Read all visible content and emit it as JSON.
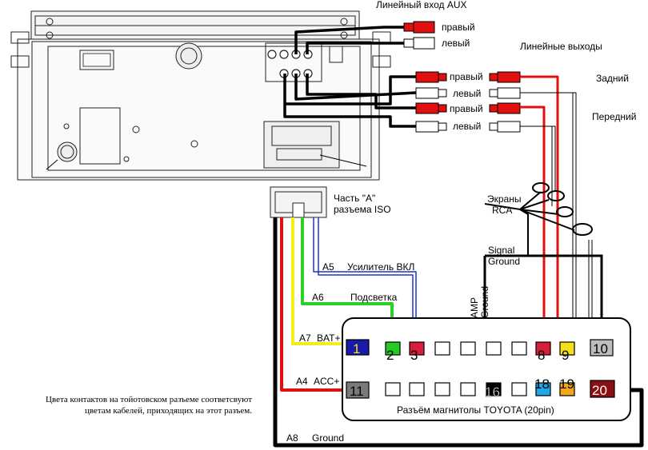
{
  "labels": {
    "aux_in": "Линейный вход AUX",
    "aux_right": "правый",
    "aux_left": "левый",
    "line_outputs": "Линейные выходы",
    "rear": "Задний",
    "front": "Передний",
    "rear_right": "правый",
    "rear_left": "левый",
    "front_right": "правый",
    "front_left": "левый",
    "iso_part_line1": "Часть \"А\"",
    "iso_part_line2": "разъема ISO",
    "screens_line1": "Экраны",
    "screens_line2": "RCA",
    "signal_ground_line1": "Signal",
    "signal_ground_line2": "Ground",
    "amp_ground_line1": "AMP",
    "amp_ground_line2": "Ground",
    "a5": "A5",
    "a5_desc": "Усилитель ВКЛ",
    "a6": "A6",
    "a6_desc": "Подсветка",
    "a7": "A7",
    "a7_desc": "BAT+",
    "a4": "A4",
    "a4_desc": "ACC+",
    "a8": "A8",
    "a8_desc": "Ground",
    "connector_title": "Разъём магнитолы TOYOTA (20pin)"
  },
  "note": {
    "line1": "Цвета контактов на тойотовском разъеме соответсвуют",
    "line2": "цветам кабелей, приходящих на этот разъем."
  },
  "pins": {
    "p1": "1",
    "p2": "2",
    "p3": "3",
    "p8": "8",
    "p9": "9",
    "p10": "10",
    "p11": "11",
    "p16": "16",
    "p18": "18",
    "p19": "19",
    "p20": "20"
  },
  "colors": {
    "wire_black": "#000000",
    "wire_red": "#e01010",
    "wire_yellow": "#f2ee1a",
    "wire_green": "#27d127",
    "wire_blue": "#2233cc",
    "pin_blue": "#1a1aa8",
    "pin_green": "#22cc22",
    "pin_red": "#d81c3c",
    "pin_yellow": "#f4e01a",
    "pin_gray": "#bdbdbd",
    "pin_dark_gray": "#7a7a7a",
    "pin_cyan": "#1ea8e8",
    "pin_orange": "#f4a51c",
    "pin_maroon": "#8a1010"
  }
}
